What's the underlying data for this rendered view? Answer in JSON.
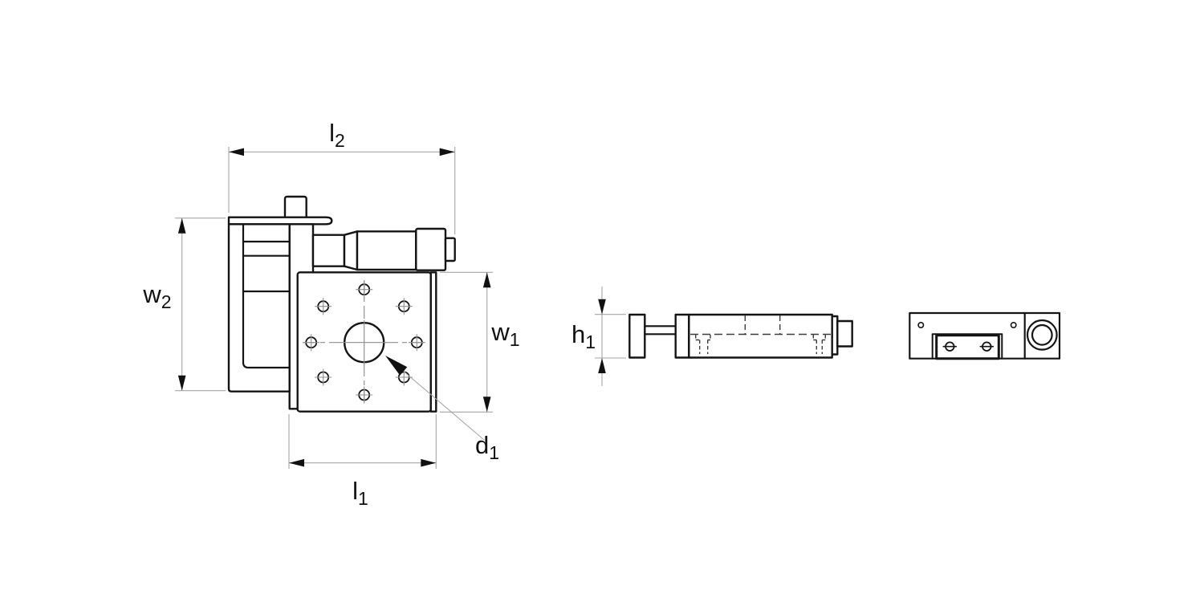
{
  "background": "#ffffff",
  "colors": {
    "outline": "#141414",
    "dimension_line": "#a6a6a6",
    "centerline": "#8f8f8f",
    "hidden_line": "#3c3c3c",
    "label_text": "#111111"
  },
  "labels": {
    "l2": {
      "base": "l",
      "sub": "2"
    },
    "w2": {
      "base": "w",
      "sub": "2"
    },
    "w1": {
      "base": "w",
      "sub": "1"
    },
    "l1": {
      "base": "l",
      "sub": "1"
    },
    "d1": {
      "base": "d",
      "sub": "1"
    },
    "h1": {
      "base": "h",
      "sub": "1"
    }
  }
}
